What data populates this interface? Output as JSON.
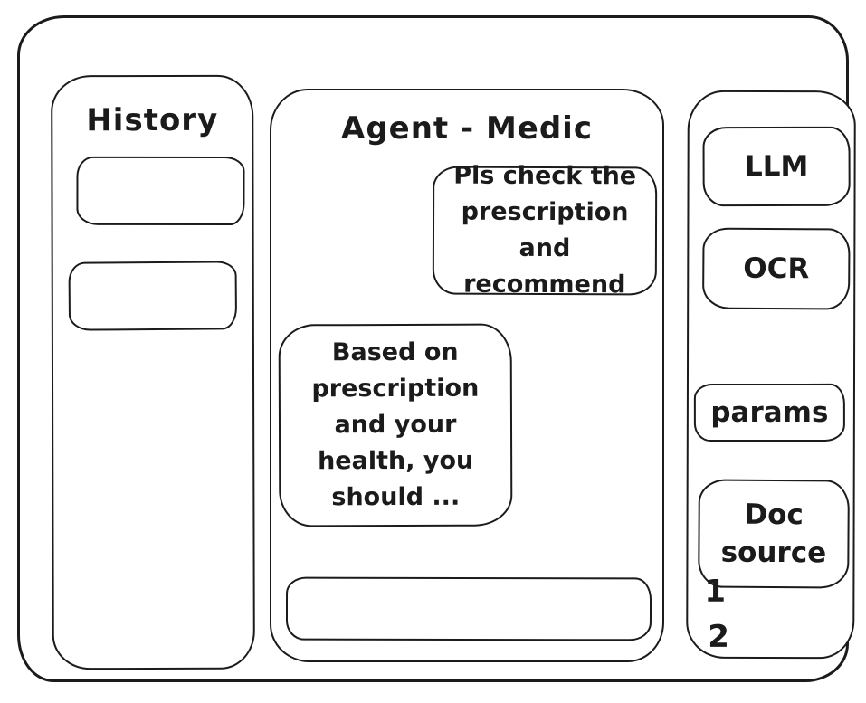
{
  "app": {
    "title": "Agent - Medic"
  },
  "history_panel": {
    "title": "History",
    "items": [
      {
        "label": ""
      },
      {
        "label": ""
      }
    ]
  },
  "chat": {
    "user_message": "Pls check the prescription and recommend",
    "assistant_message": "Based on prescription and your health, you should ...",
    "input_value": "",
    "input_placeholder": ""
  },
  "tools_panel": {
    "buttons": [
      {
        "label": "LLM"
      },
      {
        "label": "OCR"
      },
      {
        "label": "params"
      },
      {
        "label": "Doc source"
      }
    ],
    "doc_source_items": [
      "1",
      "2"
    ]
  },
  "colors": {
    "stroke": "#1b1b1b",
    "background": "#ffffff"
  }
}
